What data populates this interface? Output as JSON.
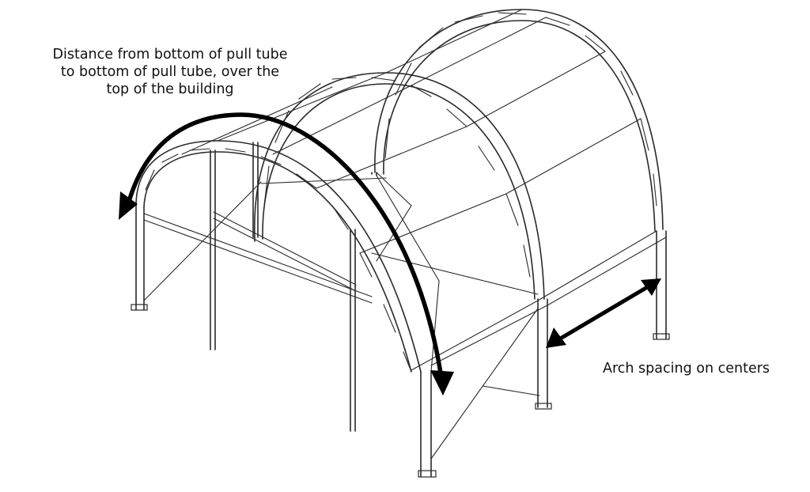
{
  "annotations": {
    "distance_lines": [
      "Distance from bottom of pull tube",
      "to bottom of pull tube, over the",
      "top of the building"
    ],
    "spacing_label": "Arch spacing on centers"
  },
  "colors": {
    "line": "#2a2a2a",
    "arrow": "#000000",
    "background": "#ffffff"
  }
}
